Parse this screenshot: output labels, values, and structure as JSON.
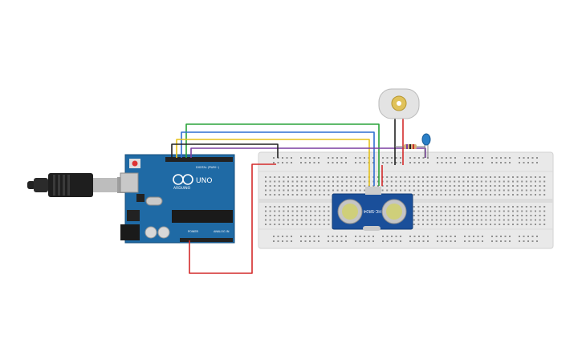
{
  "arduino": {
    "brand": "ARDUINO",
    "model": "UNO",
    "digital_label": "DIGITAL (PWM~)",
    "power_label": "POWER",
    "analog_label": "ANALOG IN",
    "board_color": "#1f6aa5"
  },
  "sensor": {
    "label": "HC-SR04",
    "board_color": "#1a4f9a"
  },
  "wire_colors": {
    "green": "#2aa33a",
    "blue": "#2f6fd1",
    "yellow": "#e6c21a",
    "purple": "#7a3fa0",
    "black": "#222222",
    "red": "#d42a2a"
  },
  "components": {
    "breadboard": "breadboard",
    "motor": "dc-motor",
    "led": "blue-led",
    "resistor": "resistor",
    "usb": "usb-cable"
  }
}
